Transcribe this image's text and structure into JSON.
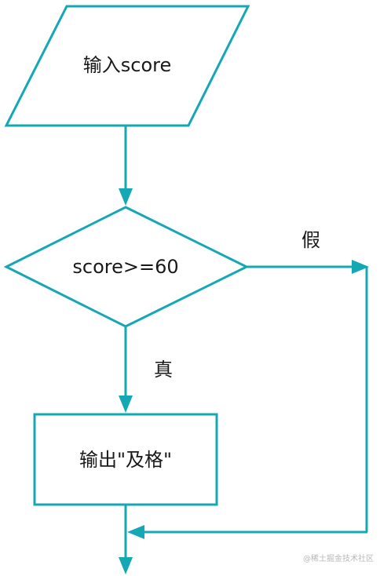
{
  "colors": {
    "stroke": "#14a8b4",
    "text": "#1a1a1a",
    "background": "#ffffff"
  },
  "nodes": {
    "input": {
      "shape": "parallelogram",
      "label": "输入score"
    },
    "decision": {
      "shape": "diamond",
      "label": "score>=60"
    },
    "output": {
      "shape": "rectangle",
      "label": "输出\"及格\""
    }
  },
  "edges": {
    "false_label": "假",
    "true_label": "真"
  },
  "watermark": "@稀土掘金技术社区"
}
